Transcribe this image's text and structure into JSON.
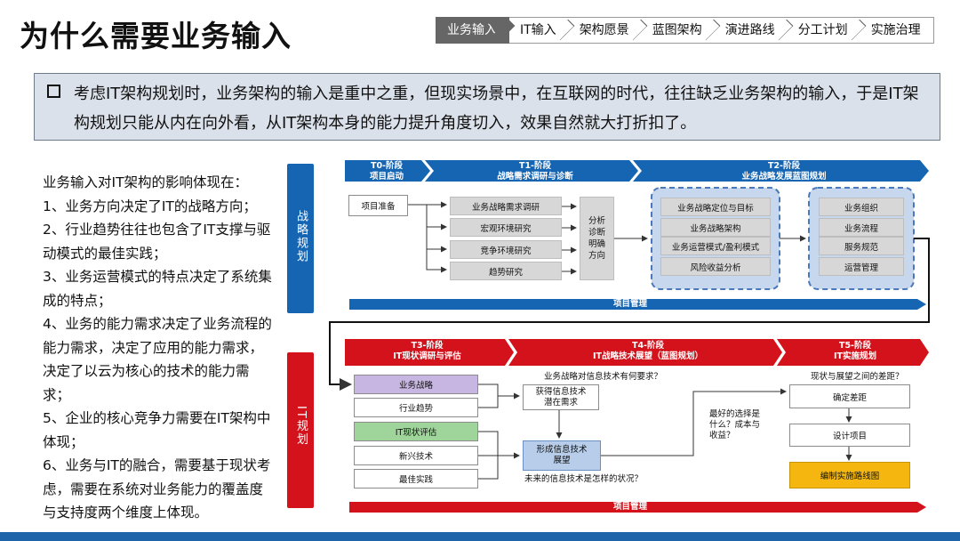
{
  "title": "为什么需要业务输入",
  "breadcrumb": [
    "业务输入",
    "IT输入",
    "架构愿景",
    "蓝图架构",
    "演进路线",
    "分工计划",
    "实施治理"
  ],
  "quote": "考虑IT架构规划时，业务架构的输入是重中之重，但现实场景中，在互联网的时代，往往缺乏业务架构的输入，于是IT架构规划只能从内在向外看，从IT架构本身的能力提升角度切入，效果自然就大打折扣了。",
  "left_text": {
    "intro": "业务输入对IT架构的影响体现在：",
    "items": [
      "1、业务方向决定了IT的战略方向；",
      "2、行业趋势往往也包含了IT支撑与驱动模式的最佳实践；",
      "3、业务运营模式的特点决定了系统集成的特点；",
      "4、业务的能力需求决定了业务流程的能力需求，决定了应用的能力需求，决定了以云为核心的技术的能力需求；",
      "5、企业的核心竞争力需要在IT架构中体现；",
      "6、业务与IT的融合，需要基于现状考虑，需要在系统对业务能力的覆盖度与支持度两个维度上体现。"
    ]
  },
  "diagram": {
    "strategy_band": "战略规划",
    "it_band": "IT规划",
    "top_phases": [
      {
        "title": "T0-阶段",
        "subtitle": "项目启动"
      },
      {
        "title": "T1-阶段",
        "subtitle": "战略需求调研与诊断"
      },
      {
        "title": "T2-阶段",
        "subtitle": "业务战略发展蓝图规划"
      }
    ],
    "project_start": "项目准备",
    "t1_items": [
      "业务战略需求调研",
      "宏观环境研究",
      "竞争环境研究",
      "趋势研究"
    ],
    "diagnosis": "分析诊断明确方向",
    "t2_items": [
      "业务战略定位与目标",
      "业务战略架构",
      "业务运营模式/盈利模式",
      "风险收益分析"
    ],
    "t2_right_items": [
      "业务组织",
      "业务流程",
      "服务规范",
      "运营管理"
    ],
    "project_mgmt_top": "项目管理",
    "bottom_phases": [
      {
        "title": "T3-阶段",
        "subtitle": "IT现状调研与评估"
      },
      {
        "title": "T4-阶段",
        "subtitle": "IT战略技术展望（蓝图规划）"
      },
      {
        "title": "T5-阶段",
        "subtitle": "IT实施规划"
      }
    ],
    "t3_items": [
      "业务战略",
      "行业趋势",
      "IT现状评估",
      "新兴技术",
      "最佳实践"
    ],
    "t4_q1": "业务战略对信息技术有何要求？",
    "t4_box1": "获得信息技术潜在需求",
    "t4_box2": "形成信息技术展望",
    "t4_q2": "未来的信息技术是怎样的状况？",
    "t4_q3": "最好的选择是什么？成本与收益？",
    "t5_q": "现状与展望之间的差距？",
    "t5_items": [
      "确定差距",
      "设计项目",
      "编制实施路线图"
    ],
    "project_mgmt_bottom": "项目管理"
  },
  "colors": {
    "blue": "#1565b3",
    "red": "#d4121b",
    "highlight_blue": "#c7d7ee",
    "highlight_yellow": "#f5b70f"
  }
}
